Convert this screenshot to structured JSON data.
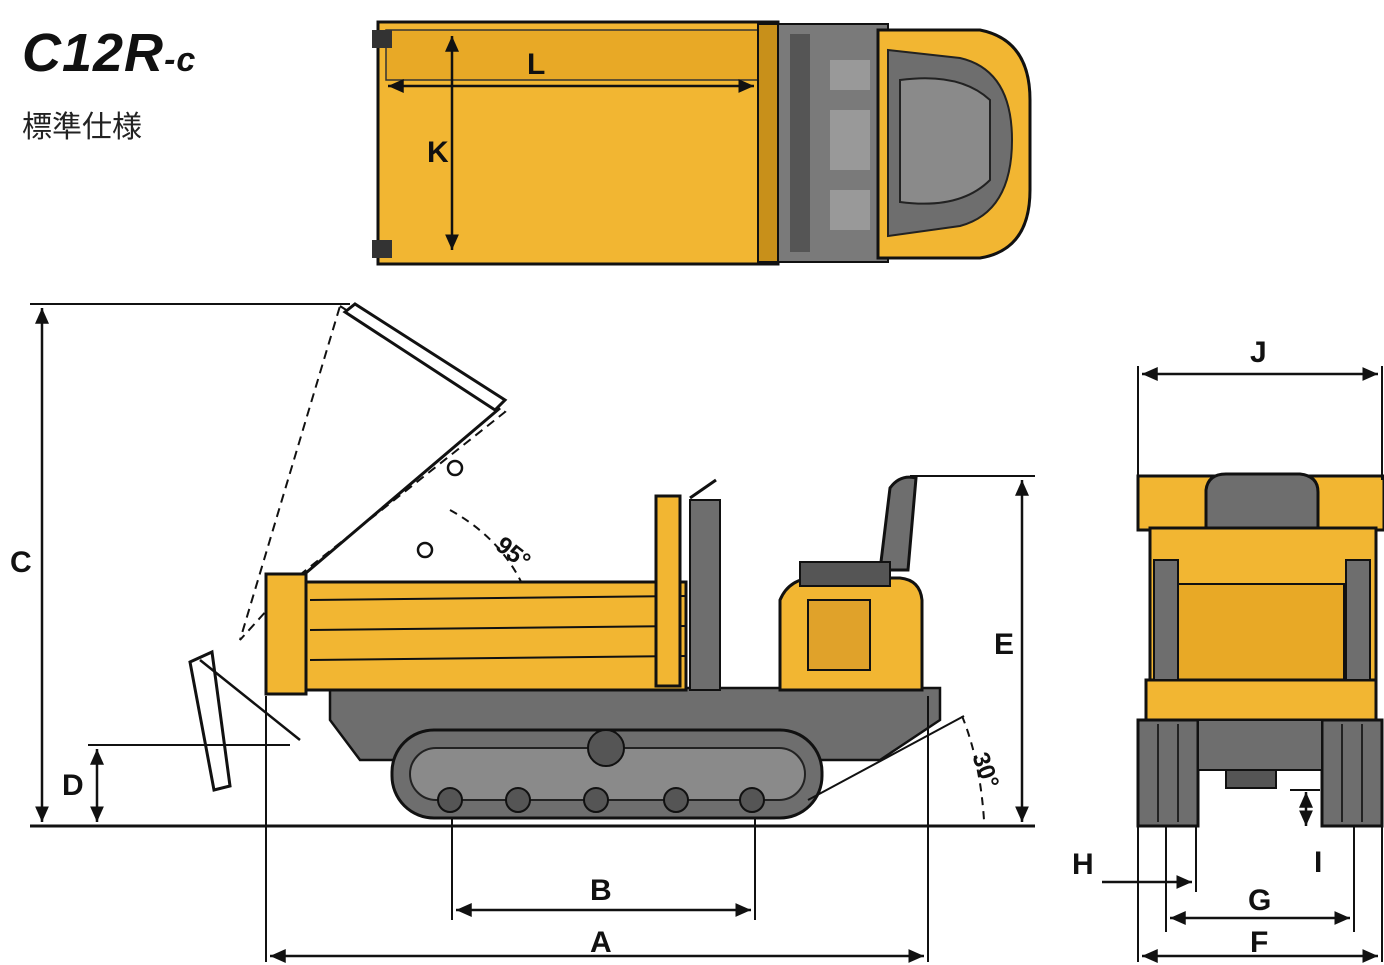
{
  "header": {
    "model_main": "C12R",
    "model_suffix": "-c",
    "spec_label": "標準仕様"
  },
  "dimension_labels": {
    "A": "A",
    "B": "B",
    "C": "C",
    "D": "D",
    "E": "E",
    "F": "F",
    "G": "G",
    "H": "H",
    "I": "I",
    "J": "J",
    "K": "K",
    "L": "L"
  },
  "angle_labels": {
    "dump_angle": "95°",
    "climb_angle": "30°"
  },
  "colors": {
    "machine_yellow": "#F2B632",
    "yellow_dark": "#C8901A",
    "body_gray": "#6E6E6E",
    "track_gray": "#8A8A8A",
    "line": "#111111"
  }
}
